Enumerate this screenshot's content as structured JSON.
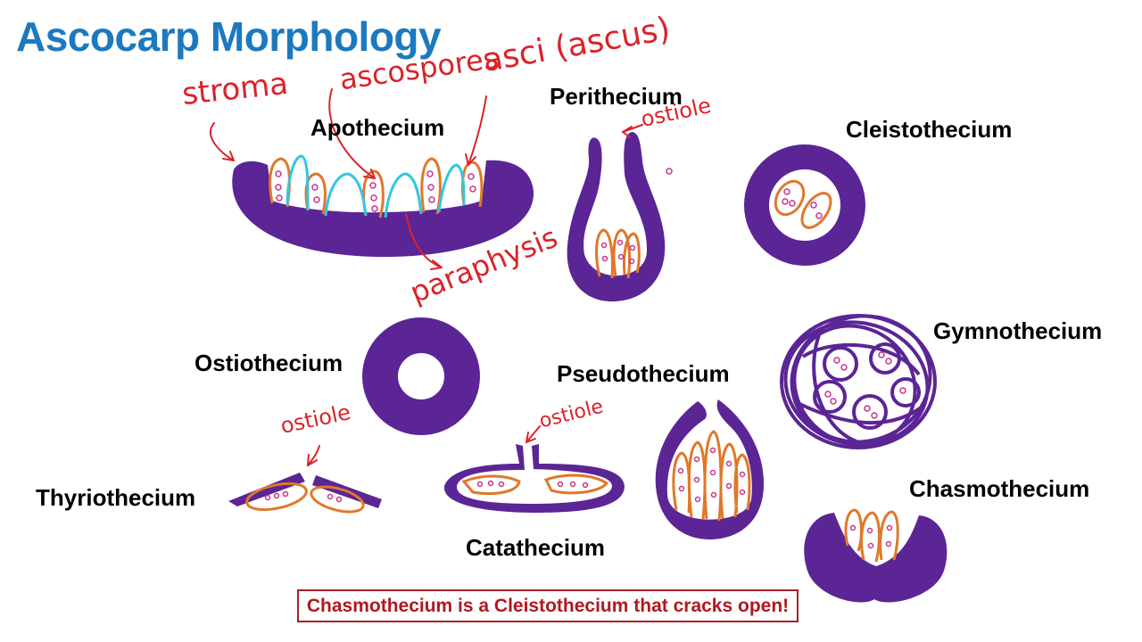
{
  "title": "Ascocarp Morphology",
  "labels": {
    "apothecium": "Apothecium",
    "perithecium": "Perithecium",
    "cleistothecium": "Cleistothecium",
    "gymnothecium": "Gymnothecium",
    "ostiothecium": "Ostiothecium",
    "pseudothecium": "Pseudothecium",
    "thyriothecium": "Thyriothecium",
    "catathecium": "Catathecium",
    "chasmothecium": "Chasmothecium"
  },
  "annotations": {
    "stroma": "stroma",
    "ascospores": "ascospores",
    "asci": "asci (ascus)",
    "paraphysis": "paraphysis",
    "ostiole_perithecium": "ostiole",
    "ostiole_thyriothecium": "ostiole",
    "ostiole_catathecium": "ostiole"
  },
  "note": "Chasmothecium is a Cleistothecium that cracks open!",
  "colors": {
    "title": "#1c79bf",
    "wall": "#5b2596",
    "ascus": "#e0782a",
    "spore": "#c9338c",
    "paraphysis": "#33c6e0",
    "annotation": "#d9232a",
    "note_border": "#a32226"
  }
}
